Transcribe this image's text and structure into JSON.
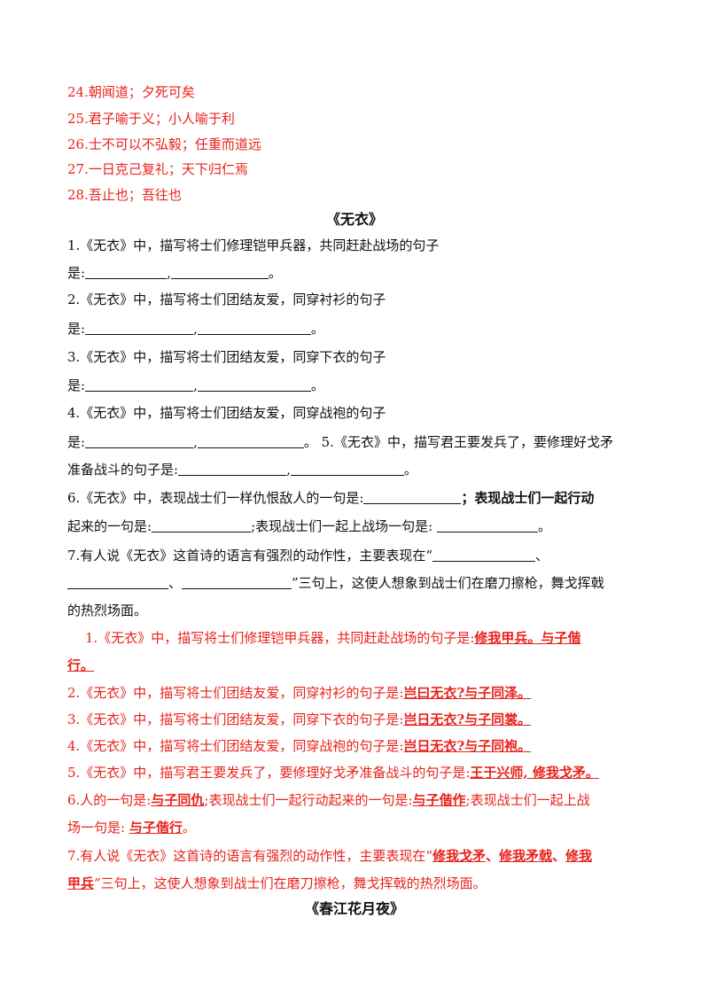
{
  "top_items": [
    "24.朝闻道；夕死可矣",
    "25.君子喻于义；小人喻于利",
    "26.士不可以不弘毅；任重而道远",
    "27.一日克己复礼；天下归仁焉",
    "28.吾止也；吾往也"
  ],
  "section1_title": "《无衣》",
  "questions": {
    "q1a": "1.《无衣》中，描写将士们修理铠甲兵器，共同赶赴战场的句子",
    "is": "是:",
    "comma": ",",
    "period": "。",
    "q2a": "2.《无衣》中，描写将士们团结友爱，同穿衬衫的句子",
    "q3a": "3.《无衣》中，描写将士们团结友爱，同穿下衣的句子",
    "q4a": "4.《无衣》中，描写将士们团结友爱，同穿战袍的句子",
    "q5a": "5.《无衣》中，描写君王要发兵了，要修理好戈矛",
    "q5b": "准备战斗的句子是:",
    "q6a": "6.《无衣》中，表现战士们一样仇恨敌人的一句是:",
    "q6a_end": "；表现战士们一起行动",
    "q6b": "起来的一句是:",
    "q6b_mid": ";表现战士们一起上战场一句是: ",
    "q7a": "7.有人说《无衣》这首诗的语言有强烈的动作性，主要表现在“",
    "q7a_end": "、",
    "q7b_mid": "、",
    "q7b_end": "”三句上，这使人想象到战士们在磨刀擦枪，舞戈挥戟",
    "q7c": "的热烈场面。"
  },
  "answers": {
    "a1a": "1.《无衣》中，描写将士们修理铠甲兵器，共同赶赴战场的句子是:",
    "a1_ans1": "修我甲兵。与子偕",
    "a1_ans2": "行。",
    "a2": "2.《无衣》中，描写将士们团结友爱，同穿衬衫的句子是:",
    "a2_ans": "岂曰无衣?与子同泽。",
    "a3": "3.《无衣》中，描写将士们团结友爱，同穿下衣的句子是:",
    "a3_ans": "岂日无衣?与子同裳。",
    "a4": "4.《无衣》中，描写将士们团结友爱，同穿战袍的句子是:",
    "a4_ans": "岂日无衣?与子同袍。",
    "a5": "5.《无衣》中，描写君王要发兵了，要修理好戈矛准备战斗的句子是:",
    "a5_ans": "王于兴师, 修我戈矛。",
    "a6a": "6.人的一句是:",
    "a6_ans1": "与子同仇",
    "a6_mid": ";表现战士们一起行动起来的一句是:",
    "a6_ans2": "与子偕作",
    "a6_end": ";表现战士们一起上战",
    "a6b": "场一句是: ",
    "a6_ans3": "与子偕行",
    "a6b_end": "。",
    "a7a": "7.有人说《无衣》这首诗的语言有强烈的动作性，主要表现在“",
    "a7_ans1": "修我戈矛",
    "a7_sep1": "、",
    "a7_ans2": "修我矛戟",
    "a7_sep2": "、",
    "a7_ans3": "修我",
    "a7_ans3b": "甲兵",
    "a7b_end": "”三句上，这使人想象到战士们在磨刀擦枪，舞戈挥戟的热烈场面。"
  },
  "section2_title": "《春江花月夜》"
}
